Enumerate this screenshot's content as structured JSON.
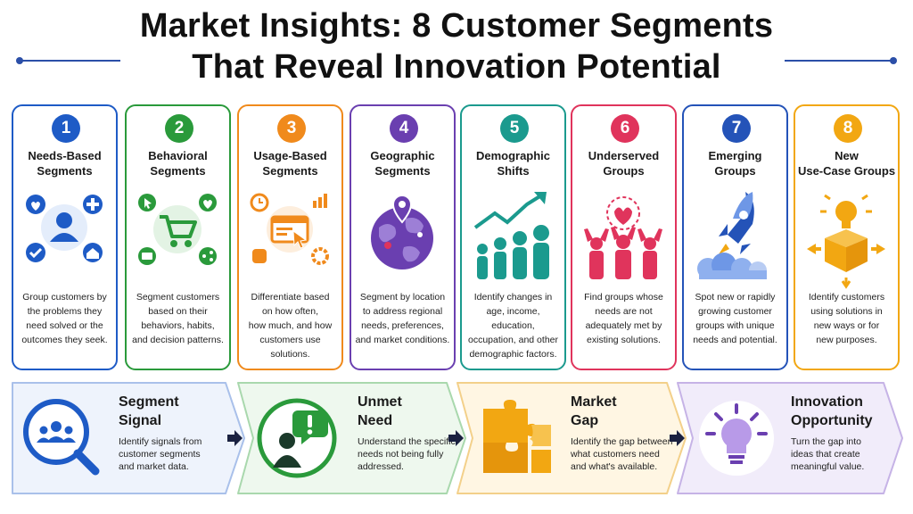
{
  "title": {
    "line1": "Market Insights: 8 Customer Segments",
    "line2": "That Reveal Innovation Potential"
  },
  "colors": {
    "blue": "#1e5bc6",
    "green": "#2a9a3b",
    "orange": "#f08a1c",
    "purple": "#6a3fb0",
    "teal": "#1b9a8e",
    "pink": "#e0345c",
    "navy": "#2453b8",
    "gold": "#f2a712"
  },
  "cards": [
    {
      "number": "1",
      "title_line1": "Needs-Based",
      "title_line2": "Segments",
      "icon": "user-network-icon",
      "desc": [
        "Group customers by",
        "the problems they",
        "need solved or the",
        "outcomes they seek."
      ]
    },
    {
      "number": "2",
      "title_line1": "Behavioral",
      "title_line2": "Segments",
      "icon": "shopping-cart-icon",
      "desc": [
        "Segment customers",
        "based on their",
        "behaviors, habits,",
        "and decision patterns."
      ]
    },
    {
      "number": "3",
      "title_line1": "Usage-Based",
      "title_line2": "Segments",
      "icon": "browser-click-icon",
      "desc": [
        "Differentiate based",
        "on how often,",
        "how much, and how",
        "customers use solutions."
      ]
    },
    {
      "number": "4",
      "title_line1": "Geographic",
      "title_line2": "Segments",
      "icon": "globe-pin-icon",
      "desc": [
        "Segment by location",
        "to address regional",
        "needs, preferences,",
        "and market conditions."
      ]
    },
    {
      "number": "5",
      "title_line1": "Demographic",
      "title_line2": "Shifts",
      "icon": "growth-people-icon",
      "desc": [
        "Identify changes in",
        "age, income, education,",
        "occupation, and other",
        "demographic factors."
      ]
    },
    {
      "number": "6",
      "title_line1": "Underserved",
      "title_line2": "Groups",
      "icon": "heart-group-icon",
      "desc": [
        "Find groups whose",
        "needs are not",
        "adequately met by",
        "existing solutions."
      ]
    },
    {
      "number": "7",
      "title_line1": "Emerging",
      "title_line2": "Groups",
      "icon": "rocket-icon",
      "desc": [
        "Spot new or rapidly",
        "growing customer",
        "groups with unique",
        "needs and potential."
      ]
    },
    {
      "number": "8",
      "title_line1": "New",
      "title_line2": "Use-Case Groups",
      "icon": "lightbulb-box-icon",
      "desc": [
        "Identify customers",
        "using solutions in",
        "new ways or for",
        "new purposes."
      ]
    }
  ],
  "flow": [
    {
      "title_line1": "Segment",
      "title_line2": "Signal",
      "icon": "magnifier-group-icon",
      "desc": [
        "Identify signals from",
        "customer segments",
        "and market data."
      ]
    },
    {
      "title_line1": "Unmet",
      "title_line2": "Need",
      "icon": "person-alert-icon",
      "desc": [
        "Understand the specific",
        "needs not being fully",
        "addressed."
      ]
    },
    {
      "title_line1": "Market",
      "title_line2": "Gap",
      "icon": "puzzle-icon",
      "desc": [
        "Identify the gap between",
        "what customers need",
        "and what's available."
      ]
    },
    {
      "title_line1": "Innovation",
      "title_line2": "Opportunity",
      "icon": "lightbulb-icon",
      "desc": [
        "Turn the gap into",
        "ideas that create",
        "meaningful value."
      ]
    }
  ]
}
